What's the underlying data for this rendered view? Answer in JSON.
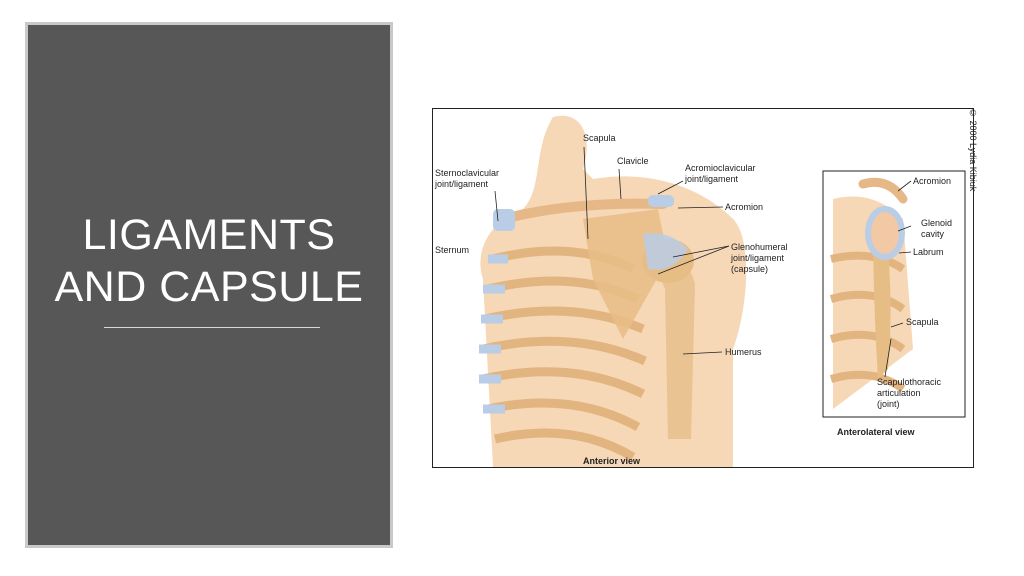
{
  "slide": {
    "title_line1": "LIGAMENTS",
    "title_line2": "AND CAPSULE"
  },
  "figure": {
    "copyright": "© 2000 Lydia Kibiuk",
    "labels": {
      "scapula": "Scapula",
      "clavicle": "Clavicle",
      "sternoclavicular_1": "Sternoclavicular",
      "sternoclavicular_2": "joint/ligament",
      "acromioclavicular_1": "Acromioclavicular",
      "acromioclavicular_2": "joint/ligament",
      "acromion": "Acromion",
      "sternum": "Sternum",
      "glenohumeral_1": "Glenohumeral",
      "glenohumeral_2": "joint/ligament",
      "glenohumeral_3": "(capsule)",
      "humerus": "Humerus",
      "anterior_view": "Anterior view",
      "inset_acromion": "Acromion",
      "glenoid_1": "Glenoid",
      "glenoid_2": "cavity",
      "labrum": "Labrum",
      "inset_scapula": "Scapula",
      "scapulothoracic_1": "Scapulothoracic",
      "scapulothoracic_2": "articulation",
      "scapulothoracic_3": "(joint)",
      "anterolateral_view": "Anterolateral view"
    }
  }
}
